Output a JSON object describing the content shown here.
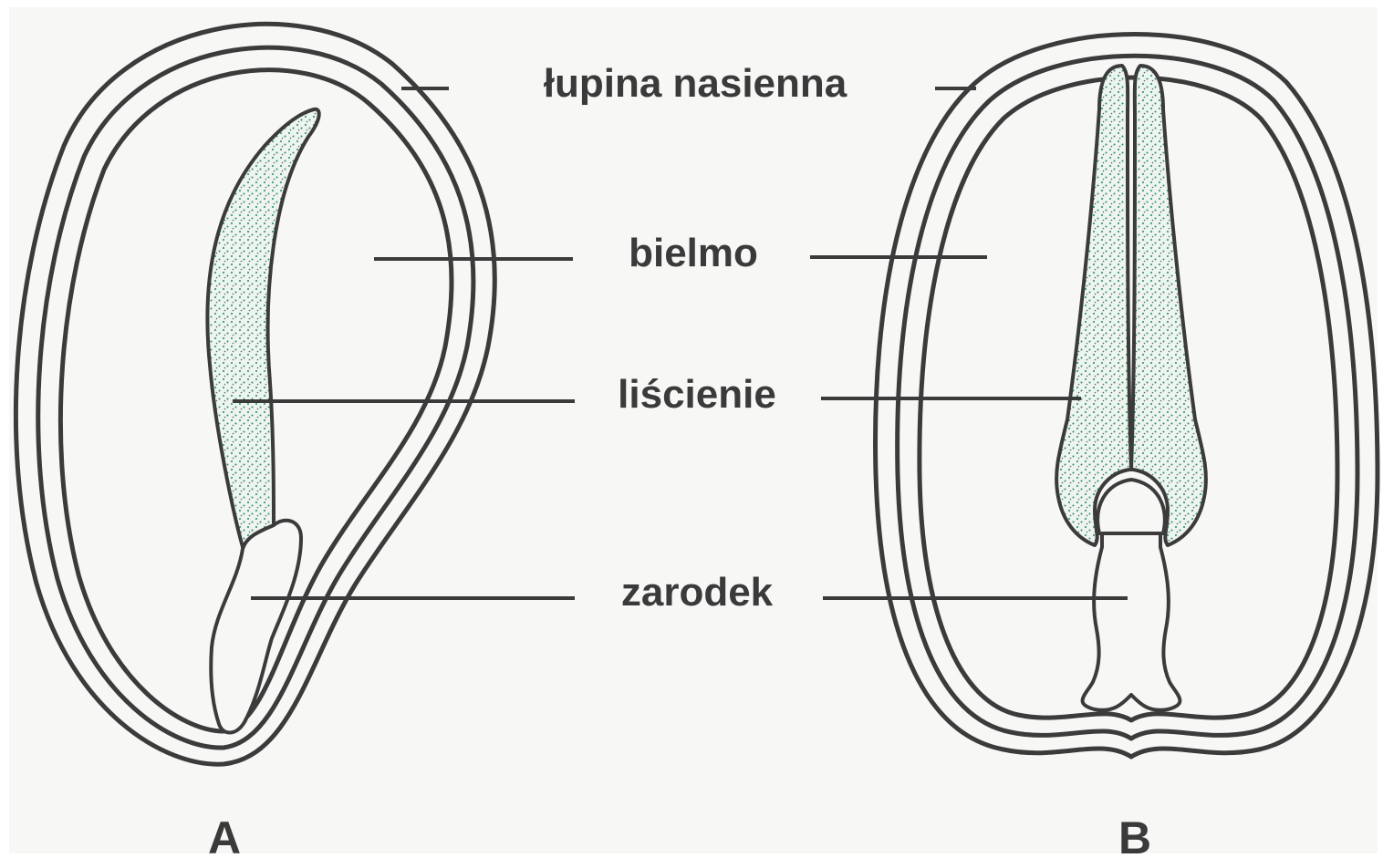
{
  "labels": {
    "seed_coat": "łupina nasienna",
    "endosperm": "bielmo",
    "cotyledons": "liścienie",
    "embryo": "zarodek"
  },
  "panels": {
    "a": "A",
    "b": "B"
  },
  "colors": {
    "line": "#3b3b3b",
    "stipple": "#3f9d86",
    "background": "#f7f7f6"
  }
}
